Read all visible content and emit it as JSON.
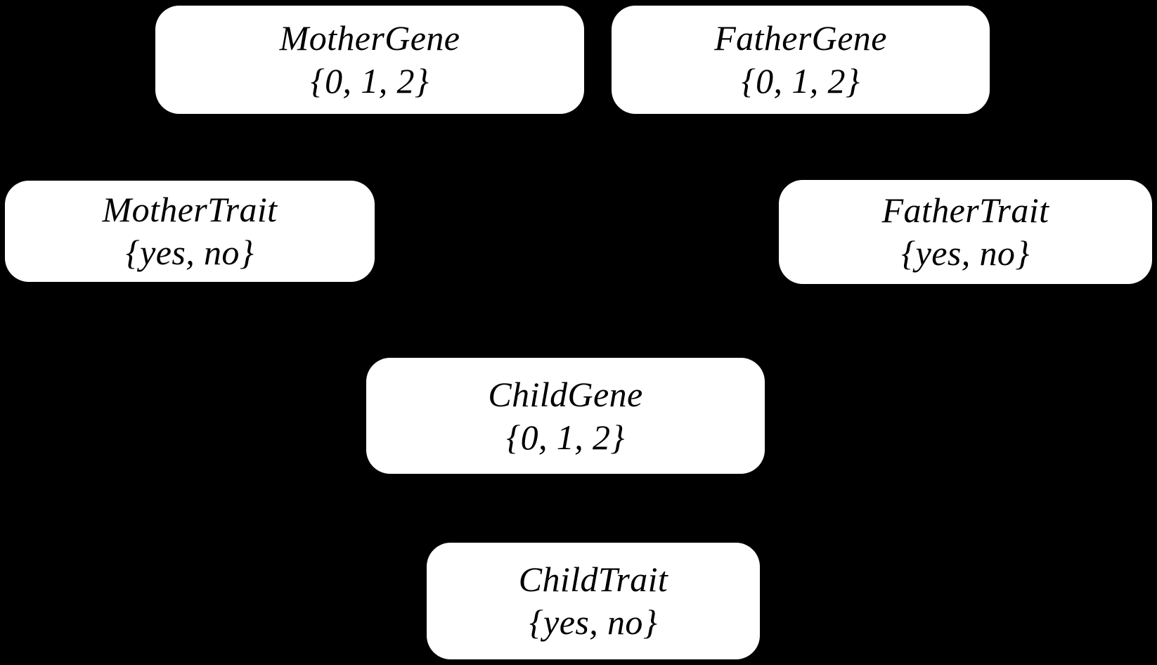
{
  "diagram": {
    "title": "Genetic inheritance Bayesian network",
    "background_color": "#000000",
    "node_fill_color": "#ffffff",
    "node_text_color": "#000000",
    "nodes": [
      {
        "id": "mother-gene",
        "label": "MotherGene",
        "domain": "{0, 1, 2}"
      },
      {
        "id": "father-gene",
        "label": "FatherGene",
        "domain": "{0, 1, 2}"
      },
      {
        "id": "mother-trait",
        "label": "MotherTrait",
        "domain": "{yes, no}"
      },
      {
        "id": "father-trait",
        "label": "FatherTrait",
        "domain": "{yes, no}"
      },
      {
        "id": "child-gene",
        "label": "ChildGene",
        "domain": "{0, 1, 2}"
      },
      {
        "id": "child-trait",
        "label": "ChildTrait",
        "domain": "{yes, no}"
      }
    ]
  }
}
